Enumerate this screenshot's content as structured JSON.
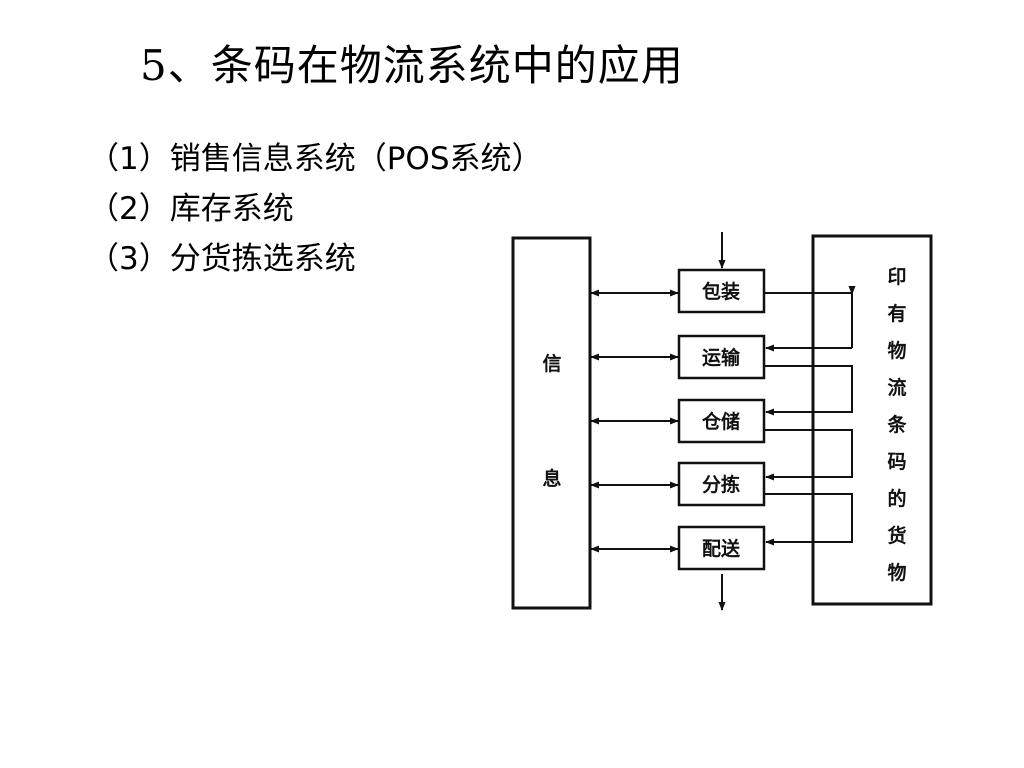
{
  "title": "5、条码在物流系统中的应用",
  "list": [
    "（1）销售信息系统（POS系统）",
    "（2）库存系统",
    "（3）分货拣选系统"
  ],
  "diagram": {
    "left_block": [
      "信",
      "息"
    ],
    "right_block": [
      "印",
      "有",
      "物",
      "流",
      "条",
      "码",
      "的",
      "货",
      "物"
    ],
    "stages": [
      "包装",
      "运输",
      "仓储",
      "分拣",
      "配送"
    ]
  }
}
